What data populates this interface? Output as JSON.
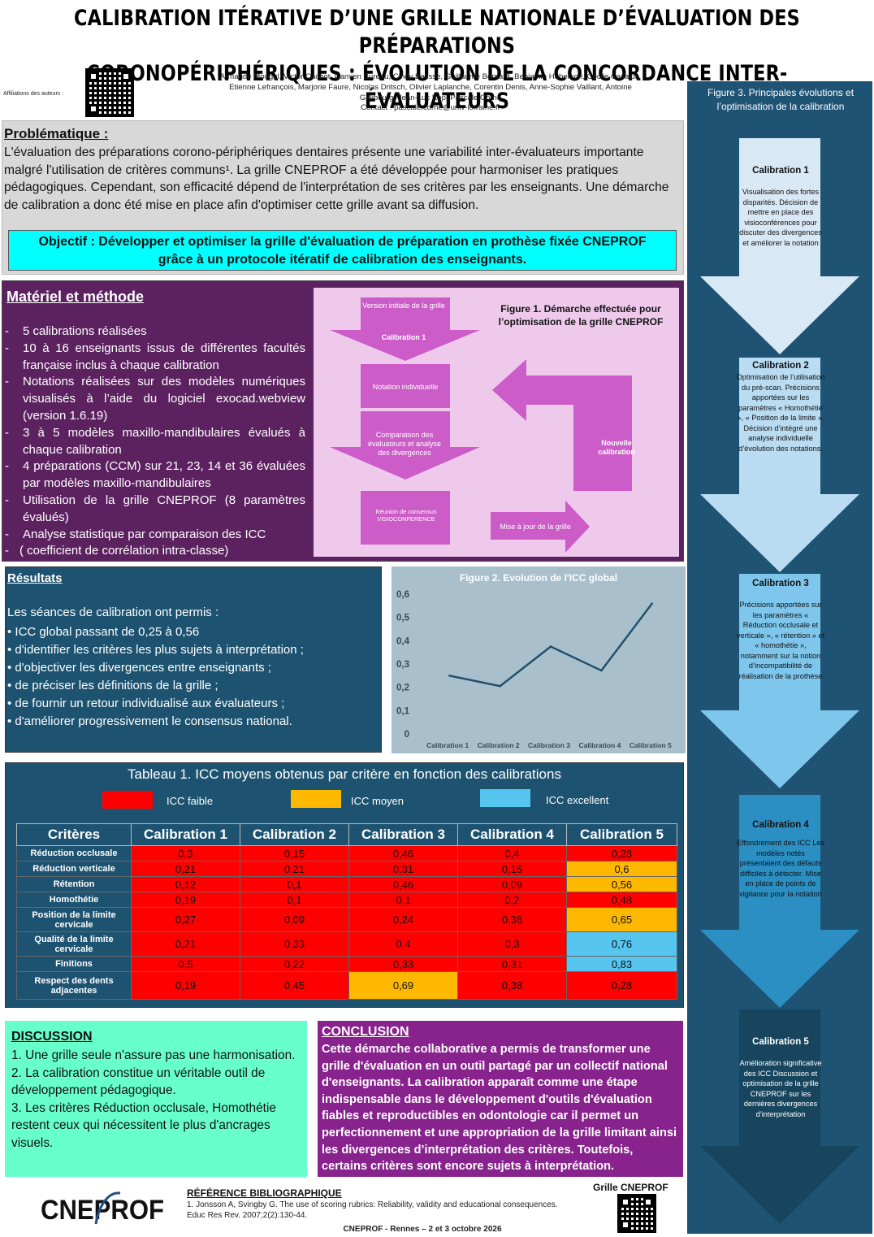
{
  "header": {
    "title_line1": "CALIBRATION ITÉRATIVE D’UNE GRILLE NATIONALE D’ÉVALUATION DES PRÉPARATIONS",
    "title_line2": "CORONOPÉRIPHÉRIQUES : ÉVOLUTION DE LA CONCORDANCE INTER-ÉVALUATEURS",
    "affiliations_label": "Affiliations des auteurs :",
    "authors_line1": "Armande Mougel, Victor Cachot, Damien Bureau, Cindy Batisse, Guillaume Bernard, Benjamin Huberson, Cécile Cazajus,",
    "authors_line2": "Etienne Lefrançois, Marjorie Faure, Nicolas Dritsch, Olivier Laplanche, Corentin Denis, Anne-Sophie Vaillant, Antoine",
    "authors_line3": "Galibourg, Jean-Luc Kop, Pascale Corne",
    "contact": "Contact : pascale.corne@univ-lorraine.fr"
  },
  "problematique": {
    "heading": "Problématique :",
    "text": "L'évaluation des préparations corono-périphériques dentaires présente une variabilité inter-évaluateurs importante malgré l'utilisation de critères communs¹. La grille CNEPROF a été développée pour harmoniser les pratiques pédagogiques. Cependant, son efficacité dépend de l'interprétation de ses critères par les enseignants. Une démarche de calibration a donc été mise en place afin d'optimiser cette grille avant sa diffusion.",
    "objective_line1": "Objectif : Développer et optimiser la grille d'évaluation de préparation en prothèse fixée CNEPROF",
    "objective_line2": "grâce à un protocole itératif de calibration des enseignants."
  },
  "materiel": {
    "heading": "Matériel et méthode",
    "items": [
      "5 calibrations réalisées",
      "10 à 16 enseignants issus de différentes facultés française inclus à chaque calibration",
      "Notations réalisées sur des modèles numériques visualisés à l’aide du logiciel exocad.webview (version 1.6.19)",
      "3 à 5 modèles maxillo-mandibulaires évalués à chaque calibration",
      "4 préparations (CCM) sur 21, 23, 14 et 36 évaluées par modèles maxillo-mandibulaires",
      "Utilisation de la grille CNEPROF (8 paramètres évalués)",
      "Analyse statistique par comparaison des ICC",
      "( coefficient de corrélation intra-classe)"
    ]
  },
  "figure1": {
    "title": "Figure 1. Démarche effectuée pour l’optimisation de la grille CNEPROF",
    "step1_a": "Version initiale de la grille",
    "step1_b": "Calibration 1",
    "step2": "Notation individuelle",
    "step3": "Comparaison des évaluateurs et analyse des divergences",
    "step4": "Réunion de consensus VISIOCONFERENCE",
    "step5": "Mise à jour de la grille",
    "loop": "Nouvelle calibration",
    "colors": {
      "arrow": "#cc5cc8",
      "panel": "#eec9ec"
    }
  },
  "figure3": {
    "title": "Figure 3. Principales  évolutions et l’optimisation de la calibration",
    "steps": [
      {
        "title": "Calibration 1",
        "text": "Visualisation des fortes disparités. Décision de mettre en place des visioconférences pour discuter des divergences et améliorer la notation",
        "color": "#d9e8f5"
      },
      {
        "title": "Calibration 2",
        "text": "Optimisation de l’utilisation du pré-scan. Précisions apportées sur les paramètres « Homothétie », « Position de la limite ». Décision d’intégré une analyse individuelle d’évolution des notations.",
        "color": "#b9dcf2"
      },
      {
        "title": "Calibration 3",
        "text": "Précisions apportées sur les paramètres « Réduction occlusale et verticale », « rétention » et « homothétie », notamment sur la notion d’incompatibilité de réalisation de la prothèse",
        "color": "#7fc6ec"
      },
      {
        "title": "Calibration 4",
        "text": "Effondrement des ICC Les modèles notés présentaient des défauts difficiles à détecter. Mise en place de points de vigilance pour la notation",
        "color": "#2b8fc3"
      },
      {
        "title": "Calibration 5",
        "text": "Amélioration significative des ICC Discussion et optimisation de la grille CNEPROF sur les dernières divergences d’interprétation",
        "color": "#17455d"
      }
    ]
  },
  "resultats": {
    "heading": "Résultats",
    "intro": "Les séances de calibration ont permis :",
    "items": [
      "ICC global passant de 0,25 à 0,56",
      "d'identifier les critères les plus sujets à interprétation ;",
      "d'objectiver les divergences entre enseignants ;",
      "de préciser les définitions de la grille ;",
      "de fournir un retour individualisé aux évaluateurs ;",
      "d'améliorer progressivement le consensus national."
    ]
  },
  "chart_data": {
    "type": "line",
    "title": "Figure 2. Evolution de l'ICC global",
    "categories": [
      "Calibration 1",
      "Calibration 2",
      "Calibration 3",
      "Calibration 4",
      "Calibration 5"
    ],
    "values": [
      0.25,
      0.205,
      0.375,
      0.272,
      0.56
    ],
    "ylim": [
      0,
      0.6
    ],
    "yticks": [
      "0",
      "0,1",
      "0,2",
      "0,3",
      "0,4",
      "0,5",
      "0,6"
    ],
    "grid": false,
    "line_color": "#1f4e6b"
  },
  "tableau": {
    "title": "Tableau 1. ICC moyens obtenus par critère en fonction des calibrations",
    "legend": [
      {
        "label": "ICC faible",
        "color": "#ff0000"
      },
      {
        "label": "ICC moyen",
        "color": "#ffb800"
      },
      {
        "label": "ICC excellent",
        "color": "#56c5f0"
      }
    ],
    "columns": [
      "Critères",
      "Calibration 1",
      "Calibration 2",
      "Calibration 3",
      "Calibration 4",
      "Calibration 5"
    ],
    "rows": [
      {
        "critere": "Réduction occlusale",
        "values": [
          "0,3",
          "0,15",
          "0,46",
          "0,4",
          "0,28"
        ],
        "levels": [
          "low",
          "low",
          "low",
          "low",
          "low"
        ]
      },
      {
        "critere": "Réduction verticale",
        "values": [
          "0,21",
          "0,21",
          "0,31",
          "0,15",
          "0,6"
        ],
        "levels": [
          "low",
          "low",
          "low",
          "low",
          "mid"
        ]
      },
      {
        "critere": "Rétention",
        "values": [
          "0,12",
          "0,1",
          "0,46",
          "0,09",
          "0,56"
        ],
        "levels": [
          "low",
          "low",
          "low",
          "low",
          "mid"
        ]
      },
      {
        "critere": "Homothétie",
        "values": [
          "0,19",
          "0,1",
          "0,1",
          "0,2",
          "0,48"
        ],
        "levels": [
          "low",
          "low",
          "low",
          "low",
          "low"
        ]
      },
      {
        "critere": "Position de la limite cervicale",
        "values": [
          "0,27",
          "0,09",
          "0,24",
          "0,36",
          "0,65"
        ],
        "levels": [
          "low",
          "low",
          "low",
          "low",
          "mid"
        ]
      },
      {
        "critere": "Qualité de la limite cervicale",
        "values": [
          "0,21",
          "0,33",
          "0,4",
          "0,3",
          "0,76"
        ],
        "levels": [
          "low",
          "low",
          "low",
          "low",
          "high"
        ]
      },
      {
        "critere": "Finitions",
        "values": [
          "0,5",
          "0,22",
          "0,33",
          "0,31",
          "0,83"
        ],
        "levels": [
          "low",
          "low",
          "low",
          "low",
          "high"
        ]
      },
      {
        "critere": "Respect des dents adjacentes",
        "values": [
          "0,19",
          "0,45",
          "0,69",
          "0,38",
          "0,28"
        ],
        "levels": [
          "low",
          "low",
          "mid",
          "low",
          "low"
        ]
      }
    ]
  },
  "discussion": {
    "heading": "DISCUSSION",
    "items": [
      "1. Une grille seule n'assure pas une harmonisation.",
      "2. La calibration constitue un véritable outil de développement pédagogique.",
      "3. Les critères Réduction occlusale, Homothétie restent ceux qui nécessitent le plus d'ancrages visuels."
    ]
  },
  "conclusion": {
    "heading": "CONCLUSION",
    "text": "Cette démarche collaborative a permis de transformer une grille d'évaluation en un outil partagé par un collectif national d'enseignants. La calibration apparaît comme une étape indispensable dans le développement d'outils d'évaluation fiables et reproductibles en odontologie car il permet un perfectionnement et une appropriation de la grille limitant ainsi les divergences d’interprétation des critères. Toutefois, certains critères sont encore sujets à interprétation."
  },
  "footer": {
    "logo_text": "CNEPROF",
    "reference_heading": "RÉFÉRENCE BIBLIOGRAPHIQUE",
    "reference_line1": "1. Jonsson A, Svingby G. The use of scoring rubrics: Reliability, validity and educational consequences.",
    "reference_line2": "Educ Res Rev. 2007;2(2):130-44.",
    "grille_label": "Grille CNEPROF",
    "event": "CNEPROF - Rennes – 2 et 3 octobre 2026"
  }
}
